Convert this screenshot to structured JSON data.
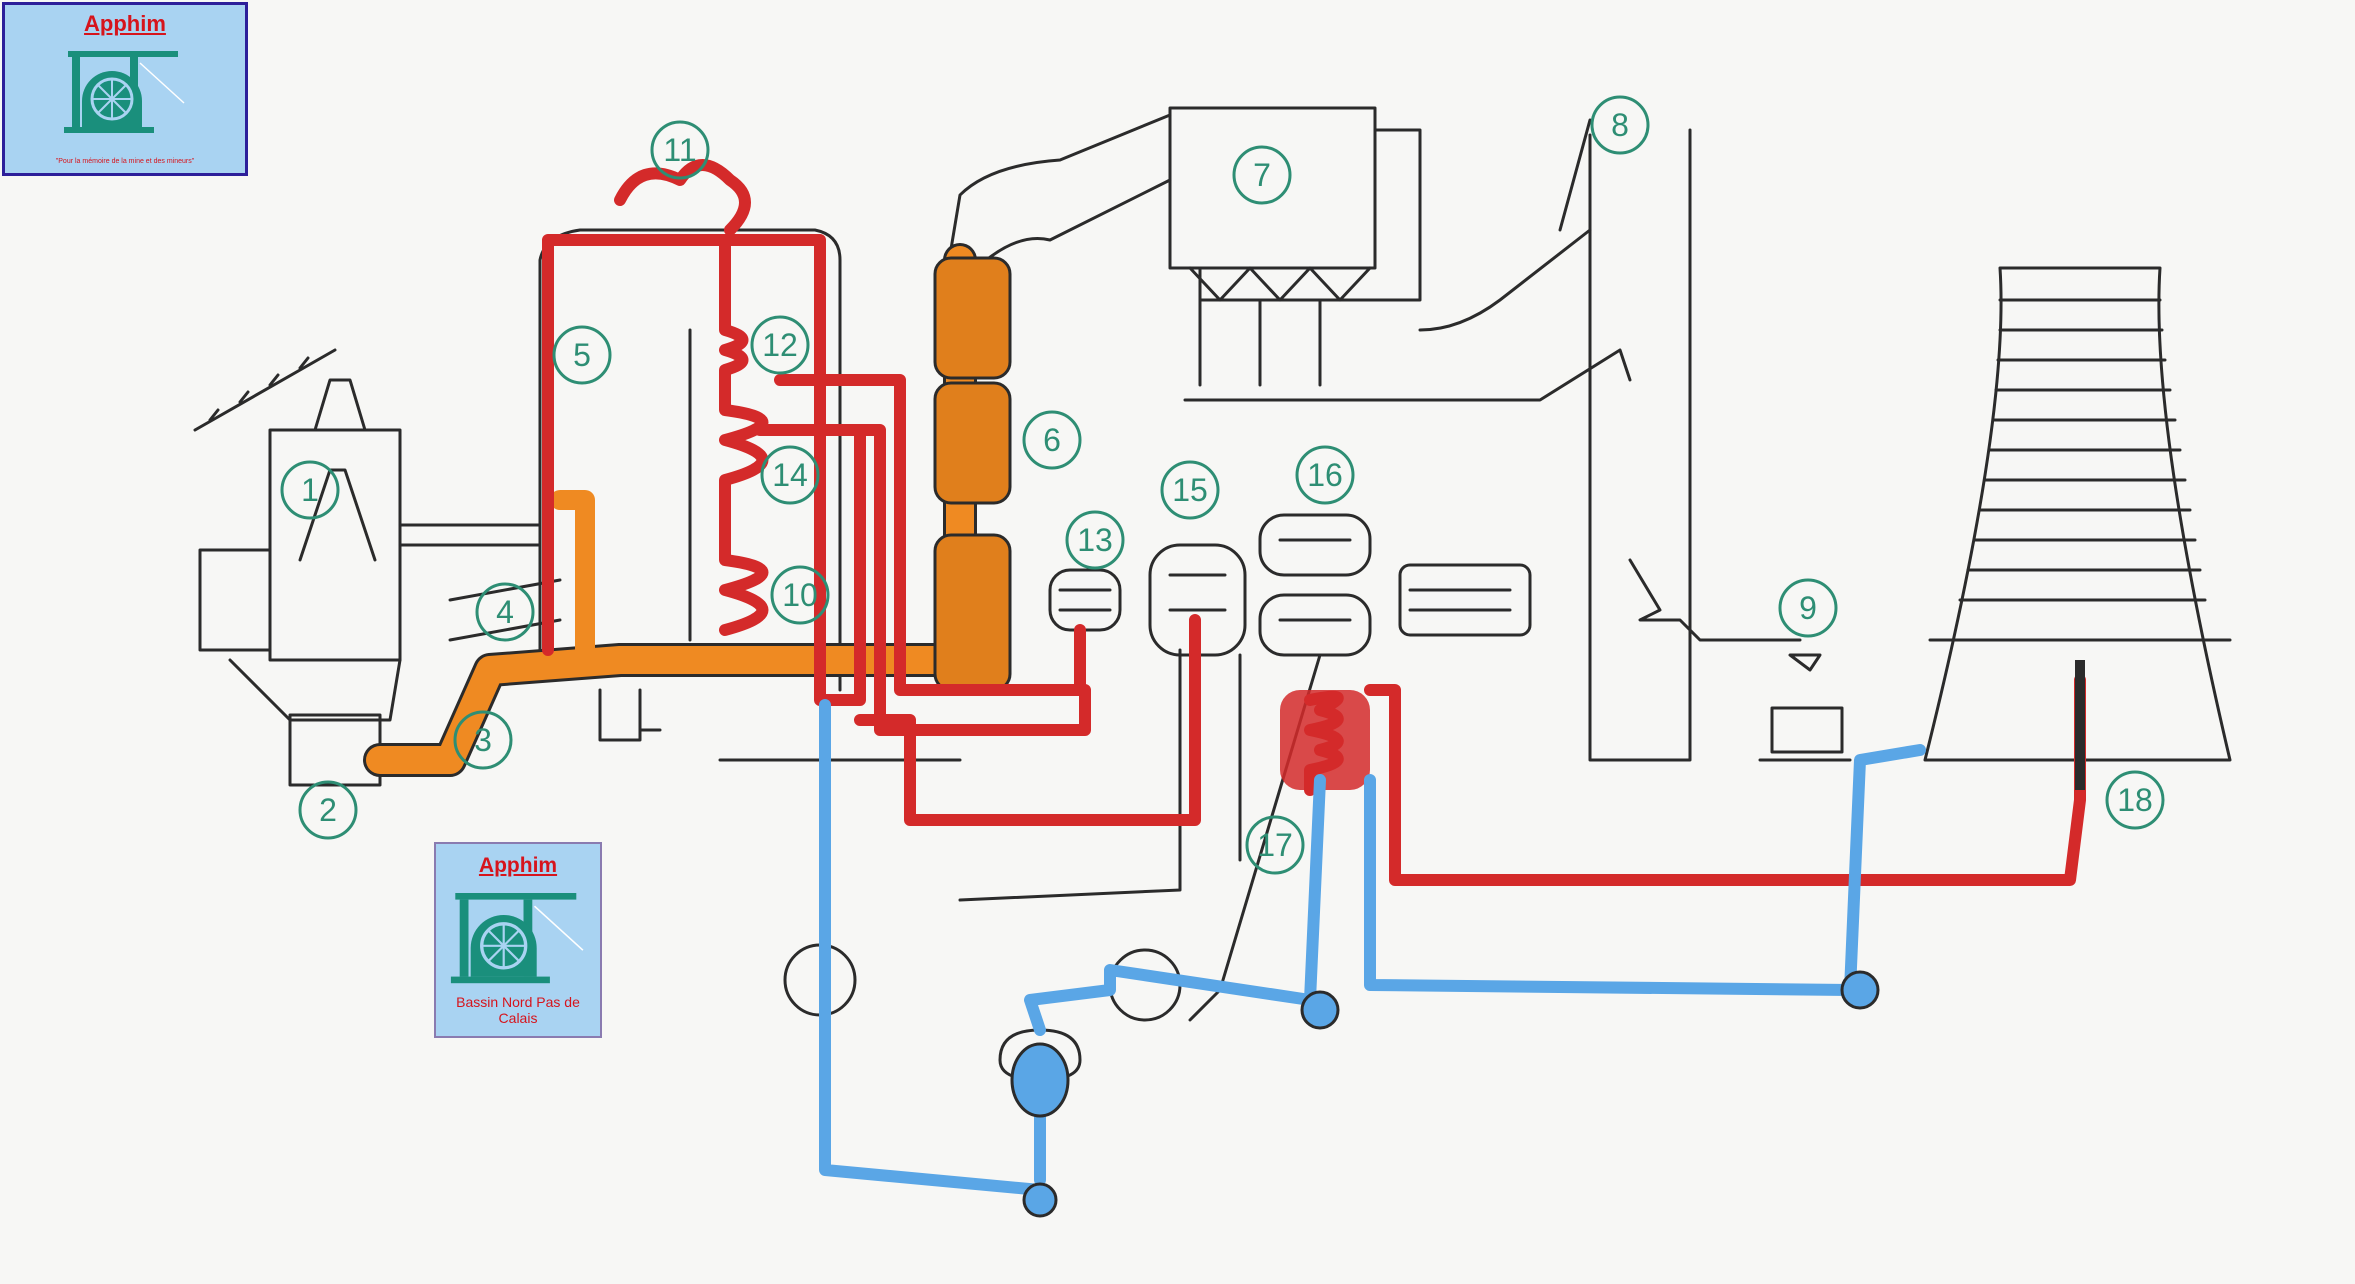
{
  "logos": {
    "top": {
      "brand": "Apphim",
      "tagline": "\"Pour la mémoire de la mine et des mineurs\""
    },
    "bottom": {
      "brand": "Apphim",
      "region": "Bassin Nord Pas de Calais"
    }
  },
  "labels": [
    "1",
    "2",
    "3",
    "4",
    "5",
    "6",
    "7",
    "8",
    "9",
    "10",
    "11",
    "12",
    "13",
    "14",
    "15",
    "16",
    "17",
    "18"
  ],
  "colors": {
    "hot_water": "#d42a2a",
    "cold_water": "#5aa6e6",
    "flue": "#ef8a22",
    "label": "#2e8e74",
    "ink": "#2b2b2b"
  }
}
